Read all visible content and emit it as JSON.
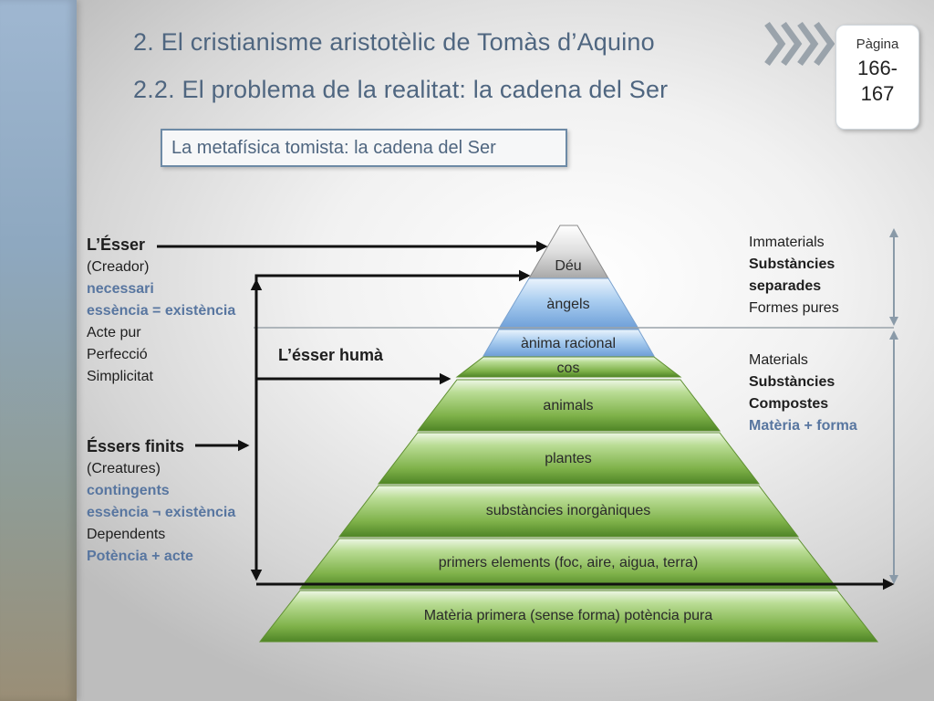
{
  "header": {
    "title1": "2. El cristianisme aristotèlic de Tomàs d’Aquino",
    "title2": "2.2. El problema de la realitat: la cadena del Ser",
    "page_label": "Pàgina",
    "page_number": "166-167"
  },
  "subtitle": "La metafísica tomista: la cadena del Ser",
  "pyramid_levels": [
    "Déu",
    "àngels",
    "ànima racional",
    "cos",
    "animals",
    "plantes",
    "substàncies inorgàniques",
    "primers elements (foc, aire, aigua, terra)",
    "Matèria primera (sense forma) potència pura"
  ],
  "left": {
    "esser": {
      "heading": "L’Ésser",
      "lines": [
        "(Creador)",
        "necessari",
        "essència = existència",
        "Acte pur",
        "Perfecció",
        "Simplicitat"
      ]
    },
    "esser_huma": "L’ésser humà",
    "finits": {
      "heading": "Éssers finits",
      "lines": [
        "(Creatures)",
        "contingents",
        "essència ¬ existència",
        "Dependents",
        "Potència + acte"
      ]
    }
  },
  "right": {
    "immaterials": [
      "Immaterials",
      "Substàncies",
      "separades",
      "Formes pures"
    ],
    "materials": [
      "Materials",
      "Substàncies",
      "Compostes",
      "Matèria + forma"
    ]
  },
  "colors": {
    "title": "#4f6680",
    "blue_text": "#5876a0",
    "pyramid_blue": "#8fb8e6",
    "pyramid_green": "#7cb342"
  }
}
